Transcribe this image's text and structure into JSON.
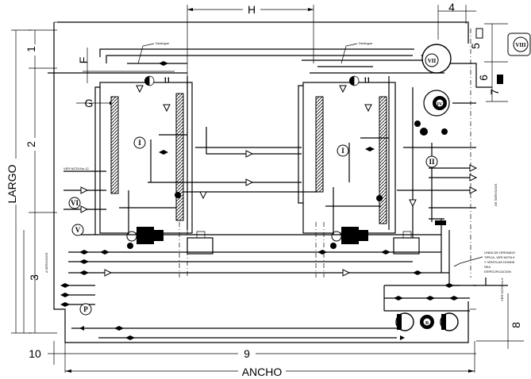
{
  "dimensions": {
    "H": "H",
    "4": "4",
    "1": "1",
    "F": "F",
    "G": "G",
    "2": "2",
    "5": "5",
    "6": "6",
    "7": "7",
    "3": "3",
    "8": "8",
    "10": "10",
    "9": "9",
    "largo": "LARGO",
    "ancho": "ANCHO"
  },
  "equipment_labels": {
    "I_left": "I",
    "I_right": "I",
    "II": "II",
    "IV": "IV",
    "V": "V",
    "VI": "VI",
    "VII": "VII",
    "VIII": "VIII",
    "P": "P",
    "B": "B",
    "num_11_left": "11",
    "num_11_right": "11"
  },
  "notes": {
    "desfogue_left": "Desfogue",
    "desfogue_right": "Desfogue",
    "ver_nota_12": "VER NOTA No.12",
    "a_servicios": "A SERVICIOS",
    "de_servicios": "DE SERVICIOS",
    "linea_drenado": "LINEA DE DRENADO",
    "tipica": "TIPICA. VER NOTA 9",
    "y_ventilas": "Y VENTILAS DONDE",
    "sea": "SEA",
    "especificacion": "ESPECIFICACION",
    "ver_nota_6": "VER NOTA No.6"
  }
}
